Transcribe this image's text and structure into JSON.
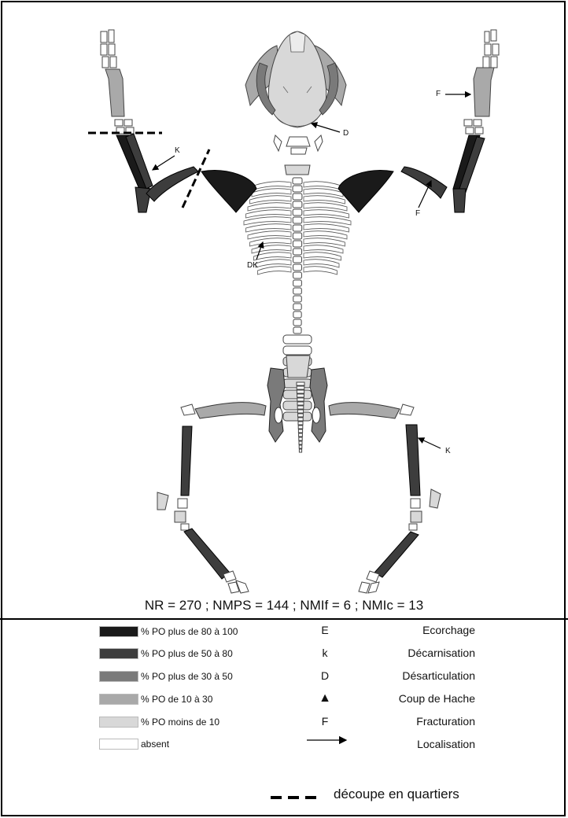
{
  "stats": "NR = 270 ; NMPS = 144 ; NMIf = 6 ; NMIc = 13",
  "annotations": {
    "f_right_forearm": "F",
    "d_head": "D",
    "k_left_humerus": "K",
    "f_right_humerus": "F",
    "dk_ribs": "DK",
    "k_right_tibia": "K"
  },
  "legend": {
    "shades": [
      {
        "color": "#1a1a1a",
        "label": "% PO plus de 80 à 100"
      },
      {
        "color": "#3d3d3d",
        "label": "% PO  plus de 50 à 80"
      },
      {
        "color": "#7a7a7a",
        "label": "% PO plus de 30 à 50"
      },
      {
        "color": "#a9a9a9",
        "label": "% PO de 10 à 30"
      },
      {
        "color": "#d8d8d8",
        "label": "% PO moins de 10"
      },
      {
        "color": "#ffffff",
        "label": "absent"
      }
    ],
    "codes": [
      {
        "symbol": "E",
        "label": "Ecorchage"
      },
      {
        "symbol": "k",
        "label": "Décarnisation"
      },
      {
        "symbol": "D",
        "label": "Désarticulation"
      },
      {
        "symbol": "▲",
        "label": "Coup de Hache"
      },
      {
        "symbol": "F",
        "label": "Fracturation"
      },
      {
        "symbol": "arrow-icon",
        "label": "Localisation"
      },
      {
        "symbol": "dashed-line-icon",
        "label": "découpe en quartiers"
      }
    ]
  }
}
